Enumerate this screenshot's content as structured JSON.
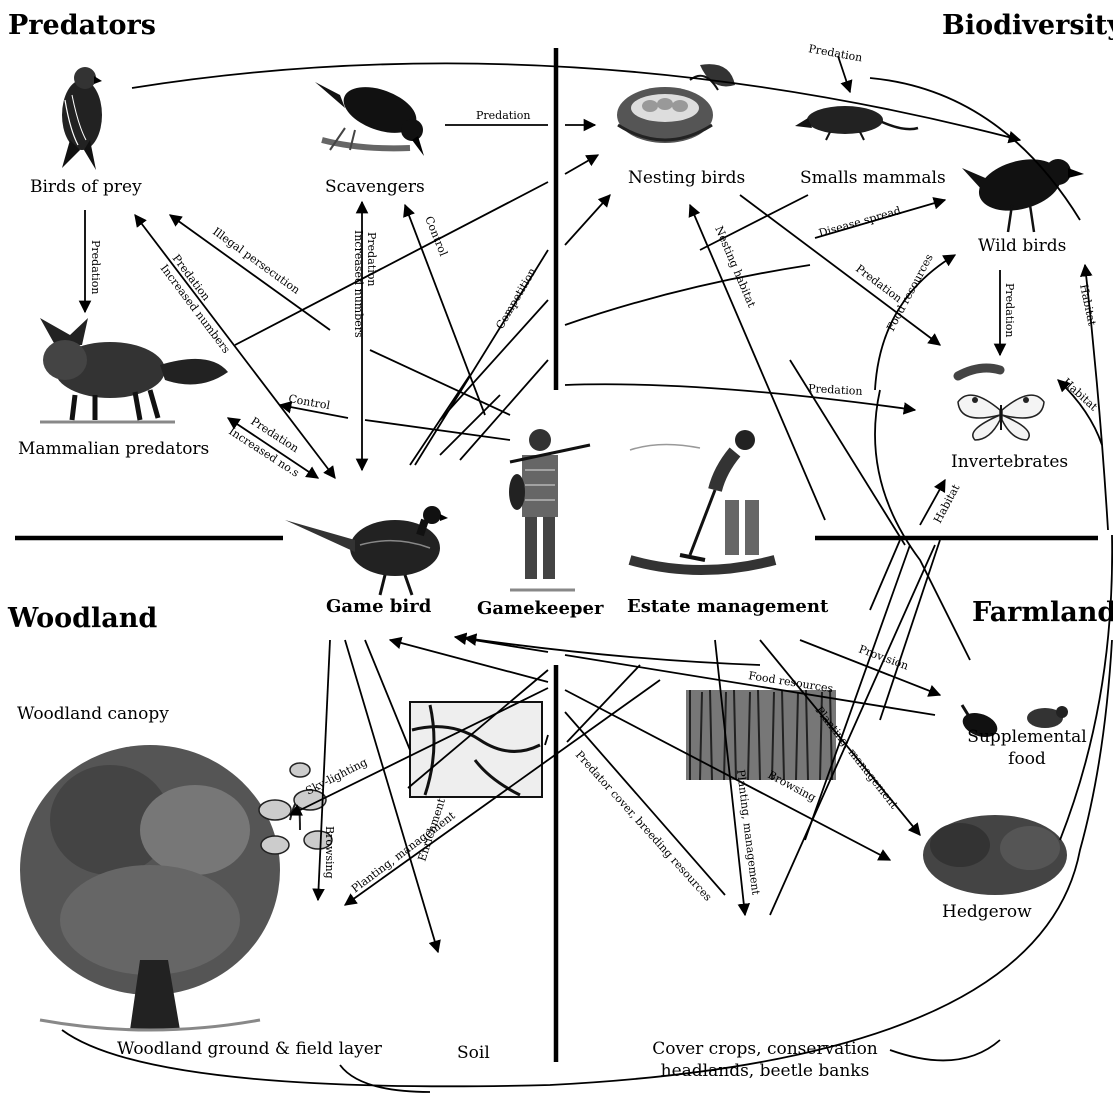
{
  "quadrants": {
    "predators": "Predators",
    "biodiversity": "Biodiversity",
    "woodland": "Woodland",
    "farmland": "Farmland"
  },
  "nodes": {
    "birds_of_prey": "Birds of prey",
    "scavengers": "Scavengers",
    "mammalian_predators": "Mammalian predators",
    "nesting_birds": "Nesting birds",
    "small_mammals": "Smalls mammals",
    "wild_birds": "Wild birds",
    "invertebrates": "Invertebrates",
    "game_bird": "Game bird",
    "gamekeeper": "Gamekeeper",
    "estate_management": "Estate management",
    "woodland_canopy": "Woodland canopy",
    "supplemental_food_1": "Supplemental",
    "supplemental_food_2": "food",
    "hedgerow": "Hedgerow",
    "woodland_ground": "Woodland ground & field layer",
    "soil": "Soil",
    "cover_crops_1": "Cover crops, conservation",
    "cover_crops_2": "headlands, beetle banks"
  },
  "edge_labels": {
    "predation_top": "Predation",
    "predation_scavengers": "Predation",
    "predation_bop_down": "Predation",
    "illegal_persecution": "Illegal persecution",
    "predation_diag": "Predation",
    "increased_numbers_diag": "Increased numbers",
    "predation_vert": "Predation",
    "increased_numbers_vert": "Increased numbers",
    "control_scav": "Control",
    "competition": "Competition",
    "nesting_habitat": "Nesting habitat",
    "disease_spread": "Disease spread",
    "predation_nb": "Predation",
    "food_resources_wb": "Food resources",
    "predation_wb": "Predation",
    "habitat_right": "Habitat",
    "habitat_mid": "Habitat",
    "predation_long": "Predation",
    "control_mp": "Control",
    "predation_mp": "Predation",
    "increased_nos": "Increased no.s",
    "habitat_inv": "Habitat",
    "provision": "Provision",
    "food_resources_sf": "Food resources",
    "planting_mgmt_hedge": "Planting, management",
    "browsing_hedge": "Browsing",
    "planting_mgmt_cover": "Planting, management",
    "predator_cover": "Predator cover, breeding resources",
    "sky_lighting": "Sky-lighting",
    "browsing_wood": "Browsing",
    "planting_mgmt_wood": "Planting, management",
    "enrichment": "Enrichment"
  },
  "icons": [
    "hawk-icon",
    "crow-icon",
    "fox-icon",
    "nest-icon",
    "shrew-icon",
    "blackbird-icon",
    "butterfly-icon",
    "caterpillar-icon",
    "pheasant-icon",
    "gamekeeper-icon",
    "farmer-icon",
    "tree-icon",
    "plant-icon",
    "soil-icon",
    "seedbird-icon",
    "hedge-icon",
    "crop-icon"
  ]
}
